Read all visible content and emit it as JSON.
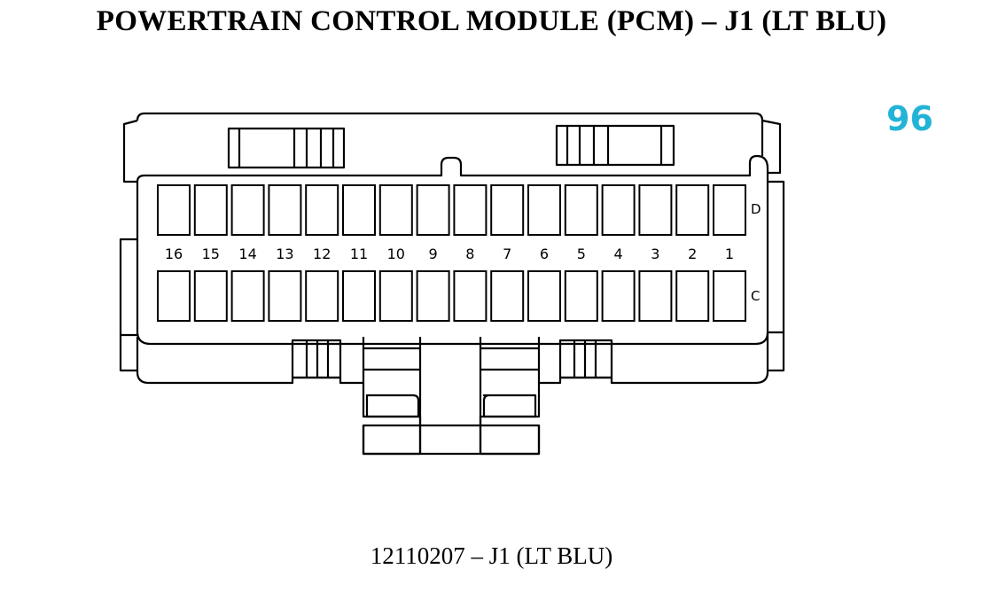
{
  "title": "POWERTRAIN CONTROL MODULE (PCM) – J1 (LT BLU)",
  "annotation": "96",
  "caption": "12110207 – J1 (LT BLU)",
  "connector": {
    "row_top_letter": "D",
    "row_bottom_letter": "C",
    "pin_numbers": [
      "16",
      "15",
      "14",
      "13",
      "12",
      "11",
      "10",
      "9",
      "8",
      "7",
      "6",
      "5",
      "4",
      "3",
      "2",
      "1"
    ]
  },
  "colors": {
    "line": "#000000",
    "annotation": "#22b4d6",
    "background": "#ffffff"
  }
}
